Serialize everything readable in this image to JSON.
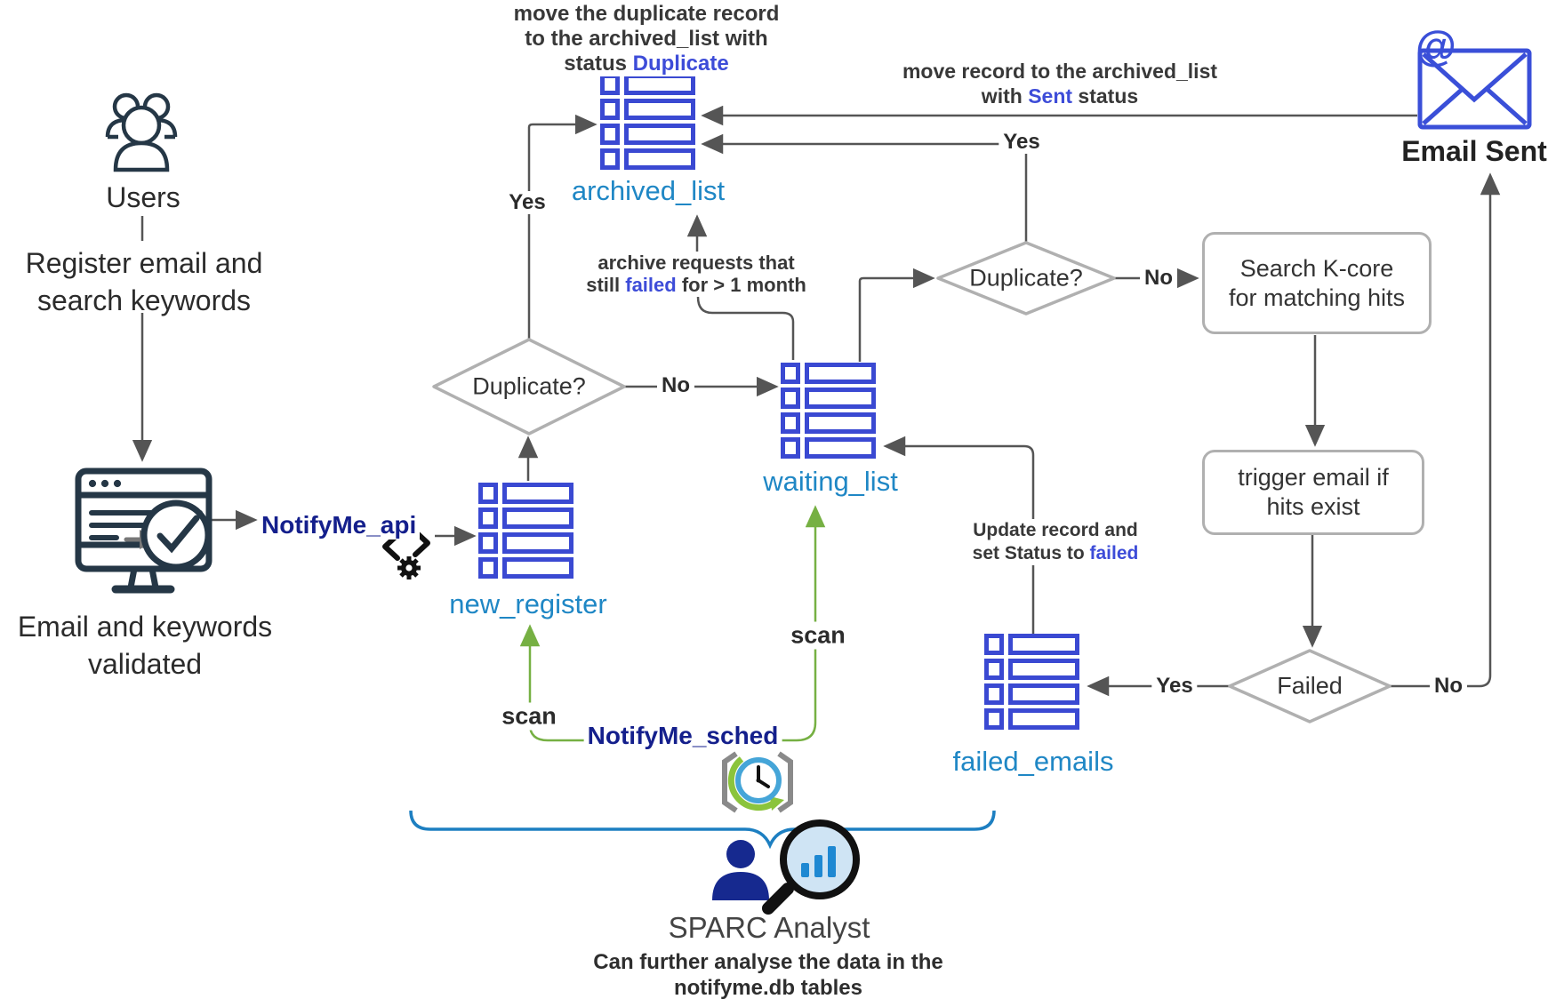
{
  "colors": {
    "table_blue": "#3a49d2",
    "label_blue": "#1f87c5",
    "navy": "#141f8c",
    "highlight_blue": "#3d4cd8",
    "green": "#76b043",
    "brace_blue": "#1d7fc1",
    "line_gray": "#555555",
    "shape_border_gray": "#b0b0b0"
  },
  "users": {
    "label": "Users",
    "note_line1": "Register email and",
    "note_line2": "search keywords"
  },
  "validated": {
    "line1": "Email and keywords",
    "line2": "validated"
  },
  "api": {
    "label": "NotifyMe_api"
  },
  "sched": {
    "label": "NotifyMe_sched",
    "scan": "scan"
  },
  "tables": {
    "archived": "archived_list",
    "waiting": "waiting_list",
    "register": "new_register",
    "failed": "failed_emails"
  },
  "decisions": {
    "dup": "Duplicate?",
    "failed": "Failed"
  },
  "process": {
    "search_line1": "Search K-core",
    "search_line2": "for matching hits",
    "trigger_line1": "trigger email if",
    "trigger_line2": "hits exist"
  },
  "email": {
    "at": "@",
    "label": "Email Sent"
  },
  "labels": {
    "yes": "Yes",
    "no": "No"
  },
  "notes": {
    "dup": {
      "line1": "move the duplicate record",
      "line2": "to the archived_list with",
      "line3_pre": "status ",
      "line3_hl": "Duplicate"
    },
    "sent": {
      "line1": "move record to the archived_list",
      "line2_pre": "with ",
      "line2_hl": "Sent",
      "line2_post": " status"
    },
    "archive": {
      "line1": "archive requests that",
      "line2_pre": "still ",
      "line2_hl": "failed",
      "line2_post": " for > 1 month"
    },
    "update": {
      "line1": "Update record and",
      "line2_pre": "set Status to ",
      "line2_hl": "failed"
    }
  },
  "analyst": {
    "title": "SPARC Analyst",
    "sub1": "Can further analyse the data in the",
    "sub2": "notifyme.db tables"
  }
}
